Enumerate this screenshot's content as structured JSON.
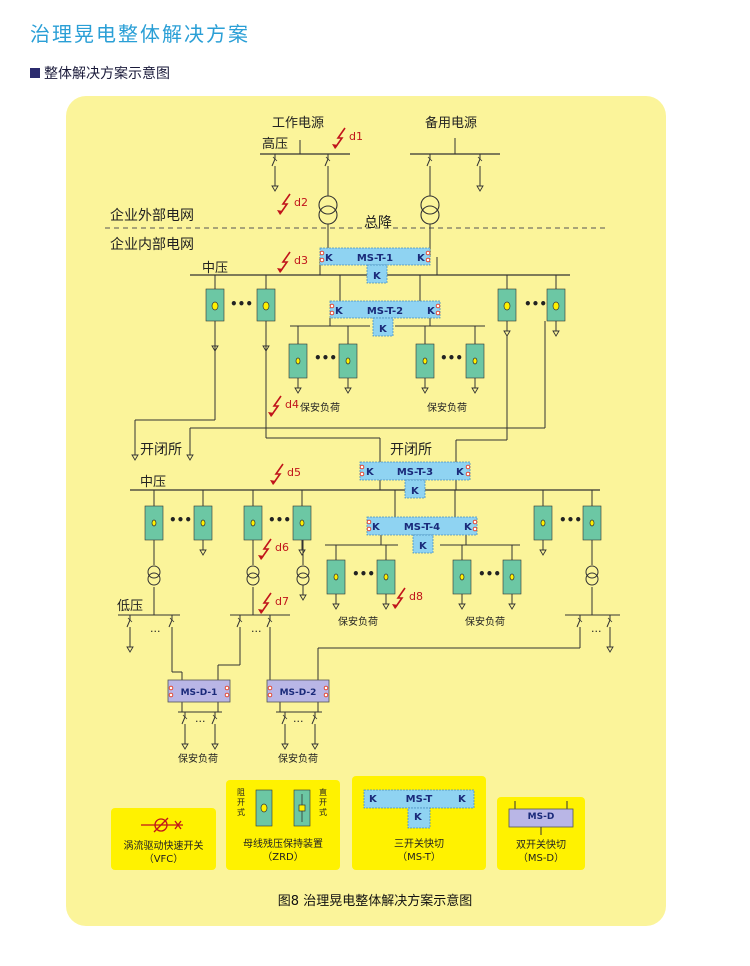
{
  "page": {
    "title": "治理晃电整体解决方案",
    "section": "整体解决方案示意图",
    "caption": "图8 治理晃电整体解决方案示意图"
  },
  "colors": {
    "panel": "#fbf49a",
    "legend": "#fff200",
    "mst": "#8fd3f2",
    "msd": "#b9b6e6",
    "zrd": "#6cc7a4",
    "fault": "#c0141b",
    "title": "#2a9fd6"
  },
  "labels": {
    "work_power": "工作电源",
    "backup_power": "备用电源",
    "high_voltage": "高压",
    "external_grid": "企业外部电网",
    "main_drop": "总降",
    "internal_grid": "企业内部电网",
    "mv_1": "中压",
    "mv_2": "中压",
    "lv": "低压",
    "switch_station_left": "开闭所",
    "switch_station_right": "开闭所",
    "secure_load_1": "保安负荷",
    "secure_load_2": "保安负荷",
    "secure_load_3": "保安负荷",
    "secure_load_4": "保安负荷",
    "secure_load_5": "保安负荷",
    "secure_load_6": "保安负荷",
    "ellipsis": "•••",
    "ellipsis_small": "..."
  },
  "faults": [
    "d1",
    "d2",
    "d3",
    "d4",
    "d5",
    "d6",
    "d7",
    "d8"
  ],
  "devices": {
    "k": "K",
    "mst1": "MS-T-1",
    "mst2": "MS-T-2",
    "mst3": "MS-T-3",
    "mst4": "MS-T-4",
    "msd1": "MS-D-1",
    "msd2": "MS-D-2"
  },
  "legend": {
    "vfc": {
      "line1": "涡流驱动快速开关",
      "line2": "（VFC）"
    },
    "zrd": {
      "side_left": "阻开式",
      "side_right": "直开式",
      "line1": "母线残压保持装置",
      "line2": "（ZRD）"
    },
    "mst": {
      "label": "MS-T",
      "k": "K",
      "line1": "三开关快切",
      "line2": "（MS-T）"
    },
    "msd": {
      "label": "MS-D",
      "line1": "双开关快切",
      "line2": "（MS-D）"
    }
  }
}
